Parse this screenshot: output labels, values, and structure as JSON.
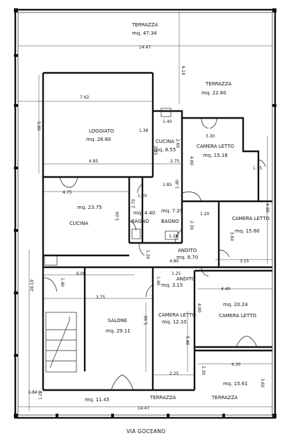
{
  "street": "VIA GOCEANO",
  "rooms": {
    "terrazza_top": {
      "name": "TERRAZZA",
      "area": "mq. 47.34"
    },
    "terrazza_right": {
      "name": "TERRAZZA",
      "area": "mq. 22.60"
    },
    "loggiato": {
      "name": "LOGGIATO",
      "area": "mq. 28.60"
    },
    "cucina_small": {
      "name": "CUCINA",
      "area": "mq. 8.55"
    },
    "camera_letto_1": {
      "name": "CAMERA LETTO",
      "area": "mq. 15.18"
    },
    "cucina_left": {
      "name": "CUCINA",
      "area": "mq. 23.75"
    },
    "bagno_1": {
      "name": "BAGNO",
      "area": "mq. 4.40"
    },
    "bagno_2": {
      "name": "BAGNO",
      "area": "mq. 7.29"
    },
    "camera_letto_2": {
      "name": "CAMERA LETTO",
      "area": "mq. 15.60"
    },
    "andito_1": {
      "name": "ANDITO",
      "area": "mq. 8.70"
    },
    "andito_2": {
      "name": "ANDITO",
      "area": "mq. 3.15"
    },
    "salone": {
      "name": "SALONE",
      "area": "mq. 29.11"
    },
    "camera_letto_3": {
      "name": "CAMERA LETTO",
      "area": "mq. 12.10"
    },
    "camera_letto_4": {
      "name": "CAMERA LETTO",
      "area": "mq. 20.24"
    },
    "terrazza_bottom_right": {
      "name": "TERRAZZA",
      "area": "mq. 15.61"
    },
    "terrazza_bottom_left": {
      "name": "TERRAZZA",
      "area": "mq. 11.45"
    }
  },
  "dimensions": {
    "top_width": "14.47",
    "bottom_width": "14.47",
    "right_height": "6.10",
    "loggia_width": "7.62",
    "loggia_height": "5.80",
    "d_1_38": "1.38",
    "d_1_40": "1.40",
    "d_3_30": "3.30",
    "d_4_85": "4.85",
    "d_2_75": "2.75",
    "d_2_85": "2.85",
    "d_2_60": "2.60",
    "d_4_80_a": "4.80",
    "d_1_75": "1.75",
    "d_6_80": "6.80",
    "d_4_75": "4.75",
    "d_1_85": "1.85",
    "d_1_20_a": "1.20",
    "d_2_70": "2.70",
    "d_5_00": "5.00",
    "d_1_40_b": "1.40",
    "d_2_30": "2.30",
    "d_1_20_b": "1.20",
    "d_3_60": "3.60",
    "d_1_26": "1.26",
    "d_1_20_c": "1.20",
    "d_4_80_b": "4.80",
    "d_3_15": "3.15",
    "d_6_06": "6.06",
    "d_1_40_c": "1.40",
    "d_1_25": "1.25",
    "d_1_40_d": "1.40",
    "d_4_40": "4.40",
    "d_3_75": "3.75",
    "d_4_80_c": "4.80",
    "d_28_19": "28.19",
    "d_5_90": "5.90",
    "d_5_40": "5.40",
    "d_2_25": "2.25",
    "d_4_30": "4.30",
    "d_2_30_b": "2.30",
    "d_3_60_b": "3.60",
    "d_1_32": "1.32",
    "d_1_20_d": "1.20"
  }
}
